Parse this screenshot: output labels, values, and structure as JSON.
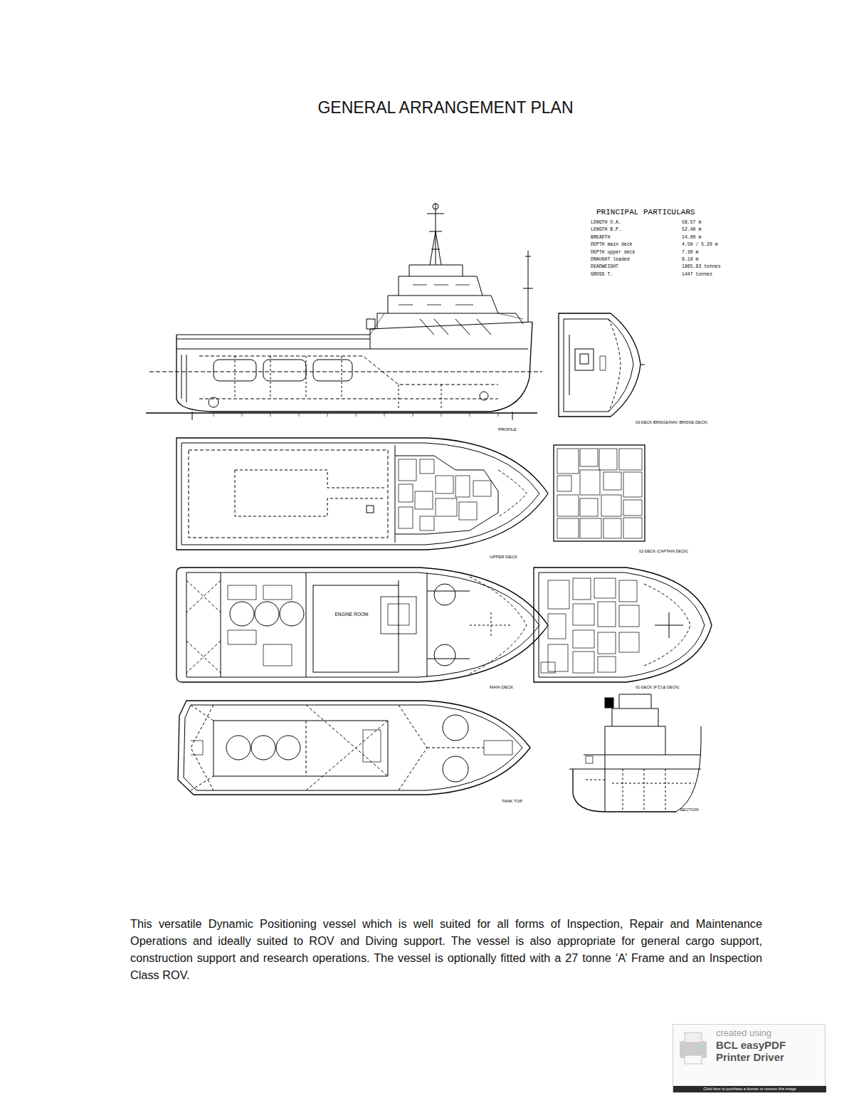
{
  "diagram": {
    "title": "GENERAL ARRANGEMENT PLAN",
    "caption": "This versatile Dynamic Positioning vessel which is well suited for all forms of Inspection, Repair and Maintenance Operations and ideally suited to ROV and Diving support. The vessel is also appropriate for general cargo support, construction support and research operations. The vessel is optionally fitted with a 27 tonne ‘A’ Frame and an Inspection Class ROV.",
    "nodes": [
      {
        "text": [
          "created using",
          "BCL easyPDF Printer Driver",
          "Click here to purchase a license to remove this image"
        ]
      }
    ],
    "labels": [
      "PROFILE",
      "UPPER DECK",
      "MAIN DECK",
      "TANK TOP",
      "SECTION",
      "03-DECK-BRIDGE(NAV. BRIDGE DECK)",
      "02-DECK (CAPTAIN DECK)",
      "01-DECK (F'C'LE DECK)",
      "ENGINE ROOM",
      "PRINCIPAL PARTICULARS",
      "LENGTH O.A.",
      "58.57 m",
      "LENGTH B.P.",
      "52.40 m",
      "BREADTH",
      "14.00 m",
      "DEPTH main deck",
      "4.50 / 5.20 m",
      "DEPTH upper deck",
      "7.30 m",
      "DRAUGHT loaded",
      "6.10 m",
      "DEADWEIGHT",
      "1965.63 tonnes",
      "GROSS T.",
      "1447 tonnes"
    ]
  }
}
